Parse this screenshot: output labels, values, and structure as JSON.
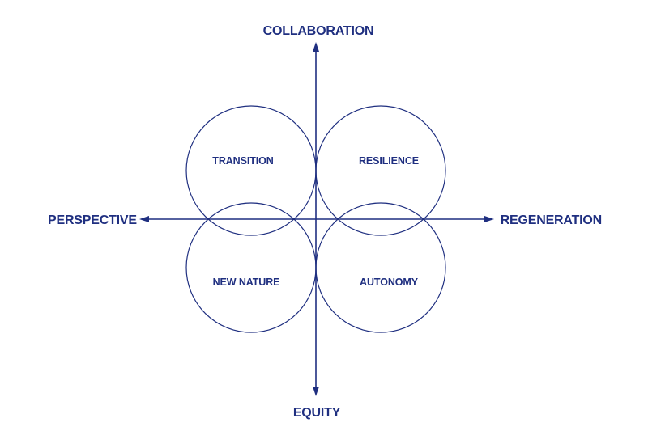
{
  "diagram": {
    "axes": {
      "top": "COLLABORATION",
      "bottom": "EQUITY",
      "left": "PERSPECTIVE",
      "right": "REGENERATION"
    },
    "quadrants": {
      "top_left": "TRANSITION",
      "top_right": "RESILIENCE",
      "bottom_left": "NEW NATURE",
      "bottom_right": "AUTONOMY"
    }
  },
  "colors": {
    "ink": "#1f2f80",
    "background": "#ffffff"
  }
}
